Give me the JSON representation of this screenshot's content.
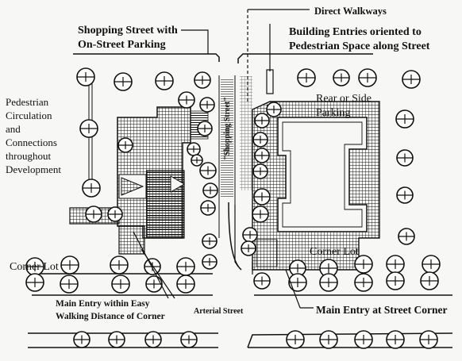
{
  "labels": {
    "direct_walkways": "Direct Walkways",
    "shopping_street_line1": "Shopping Street with",
    "shopping_street_line2": "On-Street Parking",
    "building_entries_line1": "Building Entries oriented to",
    "building_entries_line2": "Pedestrian Space along Street",
    "pedestrian_line1": "Pedestrian",
    "pedestrian_line2": "Circulation",
    "pedestrian_line3": "and",
    "pedestrian_line4": "Connections",
    "pedestrian_line5": "throughout",
    "pedestrian_line6": "Development",
    "rear_parking_line1": "Rear or Side",
    "rear_parking_line2": "Parking",
    "shopping_street_vertical": "\"Shopping Street\"",
    "corner_lot_left": "Corner Lot",
    "corner_lot_right": "Corner Lot",
    "main_entry_left_line1": "Main Entry within Easy",
    "main_entry_left_line2": "Walking Distance of Corner",
    "arterial_street": "Arterial Street",
    "main_entry_right": "Main Entry at Street Corner"
  },
  "colors": {
    "ink": "#111111",
    "paper": "#f7f7f5"
  },
  "icons": {
    "tree": "street-tree-icon"
  }
}
